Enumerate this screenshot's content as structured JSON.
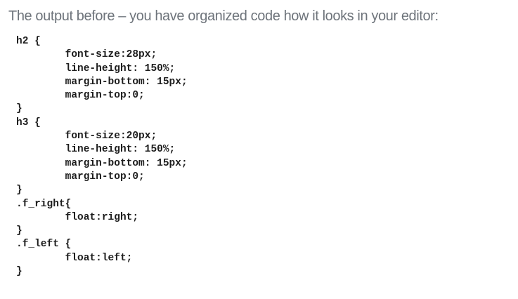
{
  "page": {
    "background_color": "#ffffff"
  },
  "intro": {
    "text": "The output before – you have organized code how it looks in your editor:",
    "color": "#6e747b"
  },
  "code_image": {
    "language": "css",
    "text_color": "#1d1d1d",
    "lines": [
      "h2 {",
      "\tfont-size:28px;",
      "\tline-height: 150%;",
      "\tmargin-bottom: 15px;",
      "\tmargin-top:0;",
      "}",
      "h3 {",
      "\tfont-size:20px;",
      "\tline-height: 150%;",
      "\tmargin-bottom: 15px;",
      "\tmargin-top:0;",
      "}",
      ".f_right{",
      "\tfloat:right;",
      "}",
      ".f_left {",
      "\tfloat:left;",
      "}"
    ]
  }
}
